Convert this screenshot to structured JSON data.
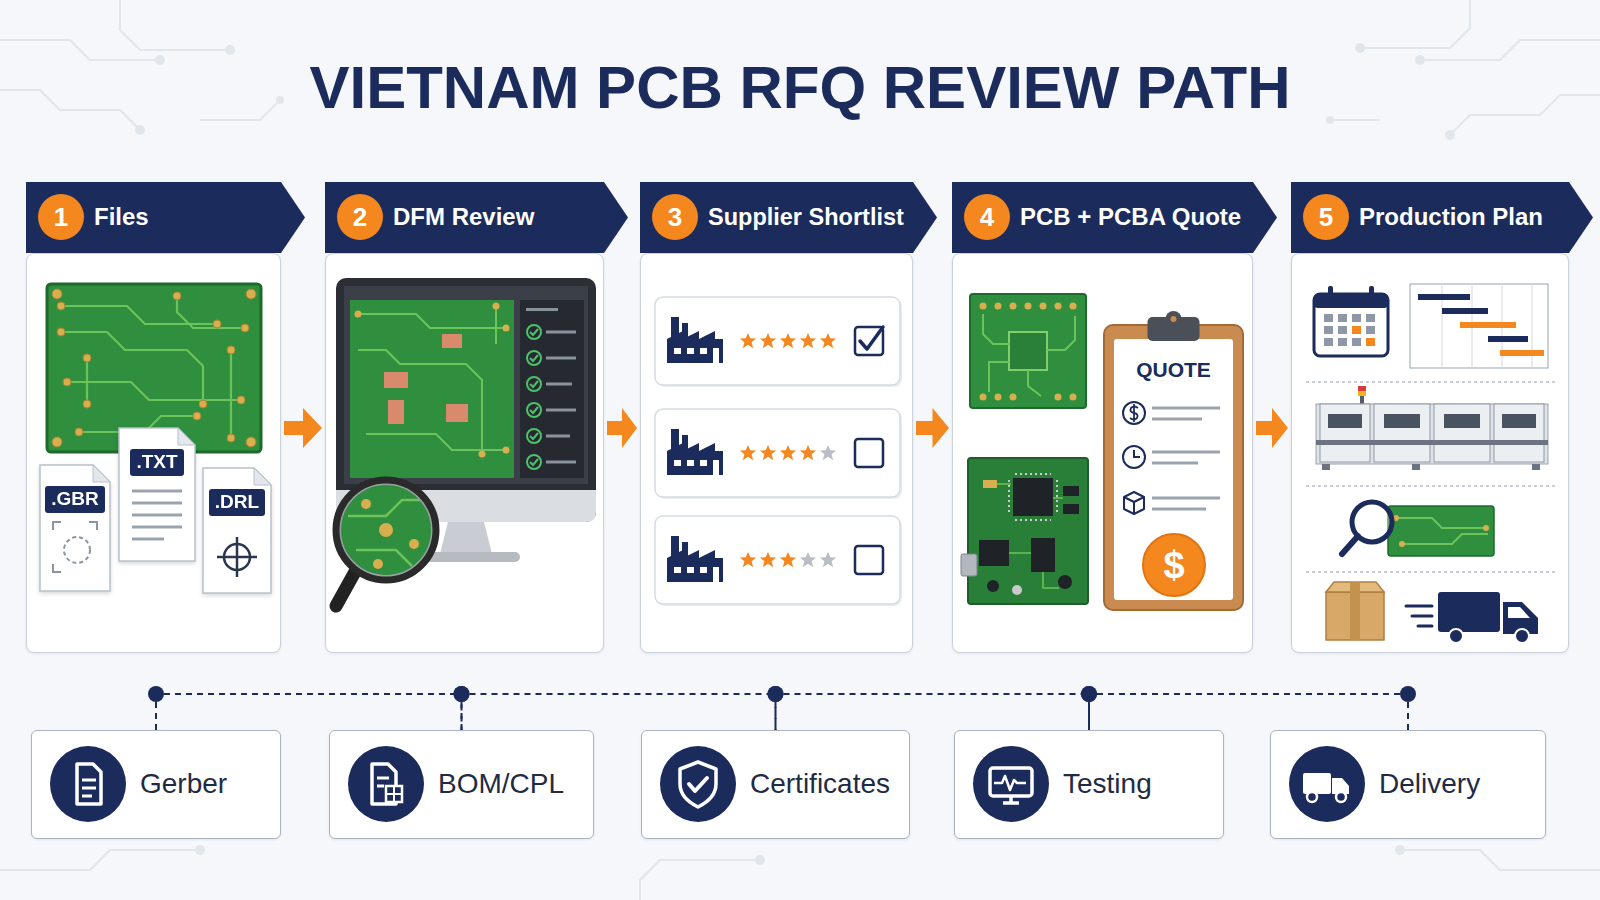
{
  "diagram": {
    "title": "VIETNAM PCB RFQ REVIEW PATH",
    "nodes": [
      {
        "text": [
          "Files"
        ]
      },
      {
        "text": [
          "1"
        ],
        "in": 0
      },
      {
        "text": [
          ".GBR"
        ],
        "in": 0
      },
      {
        "text": [
          ".TXT"
        ],
        "in": 0
      },
      {
        "text": [
          ".DRL"
        ],
        "in": 0
      },
      {
        "text": [
          "DFM Review"
        ]
      },
      {
        "text": [
          "2"
        ],
        "in": 5
      },
      {
        "text": [
          "Supplier Shortlist"
        ]
      },
      {
        "text": [
          "3"
        ],
        "in": 7
      },
      {
        "text": [
          "PCB + PCBA Quote"
        ]
      },
      {
        "text": [
          "4"
        ],
        "in": 9
      },
      {
        "text": [
          "QUOTE"
        ],
        "in": 9
      },
      {
        "text": [
          "$"
        ],
        "in": 11
      },
      {
        "text": [
          "Production Plan"
        ]
      },
      {
        "text": [
          "5"
        ],
        "in": 13
      },
      {
        "text": [
          "Gerber"
        ]
      },
      {
        "text": [
          "BOM/CPL"
        ]
      },
      {
        "text": [
          "Certificates"
        ]
      },
      {
        "text": [
          "Testing"
        ]
      },
      {
        "text": [
          "Delivery"
        ]
      }
    ],
    "edges": [
      {
        "from": 0,
        "to": 5,
        "arrow": "to"
      },
      {
        "from": 5,
        "to": 7,
        "arrow": "to"
      },
      {
        "from": 7,
        "to": 9,
        "arrow": "to"
      },
      {
        "from": 9,
        "to": 13,
        "arrow": "to"
      },
      {
        "from": 15,
        "to": 16,
        "arrow": "none"
      },
      {
        "from": 16,
        "to": 17,
        "arrow": "none"
      },
      {
        "from": 17,
        "to": 18,
        "arrow": "none"
      },
      {
        "from": 18,
        "to": 19,
        "arrow": "none"
      }
    ]
  }
}
